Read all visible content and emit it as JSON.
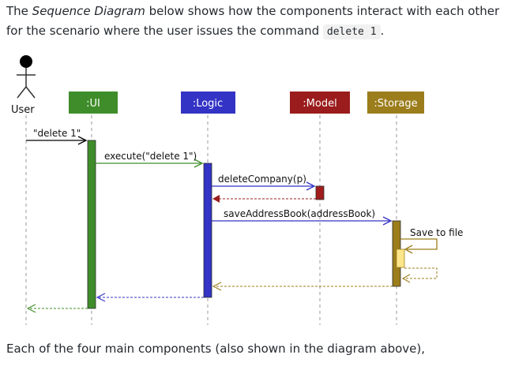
{
  "intro": {
    "before": "The ",
    "emphasis": "Sequence Diagram",
    "middle": " below shows how the components interact with each other for the scenario where the user issues the command ",
    "command": "delete 1",
    "after": "."
  },
  "diagram": {
    "actor": "User",
    "participants": [
      {
        "label": ":UI",
        "color": "#3f8d2a"
      },
      {
        "label": ":Logic",
        "color": "#3333c5"
      },
      {
        "label": ":Model",
        "color": "#9b1c1c"
      },
      {
        "label": ":Storage",
        "color": "#9c7d1b"
      }
    ],
    "messages": {
      "user_to_ui": "\"delete 1\"",
      "ui_to_logic": "execute(\"delete 1\")",
      "logic_to_model": "deleteCompany(p)",
      "logic_to_storage": "saveAddressBook(addressBook)",
      "storage_self": "Save to file"
    }
  },
  "outro": {
    "text": "Each of the four main components (also shown in the diagram above),"
  }
}
